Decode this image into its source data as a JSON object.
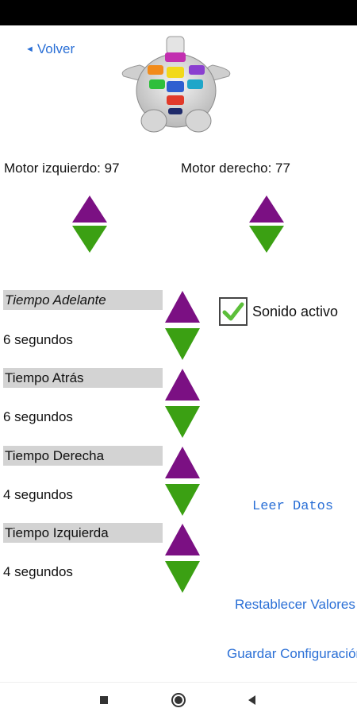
{
  "nav": {
    "back_label": "Volver"
  },
  "motors": {
    "left_label": "Motor izquierdo: 97",
    "right_label": "Motor derecho: 77"
  },
  "times": [
    {
      "label": "Tiempo Adelante",
      "value": "6  segundos"
    },
    {
      "label": "Tiempo Atrás",
      "value": "6  segundos"
    },
    {
      "label": "Tiempo Derecha",
      "value": "4  segundos"
    },
    {
      "label": "Tiempo Izquierda",
      "value": "4  segundos"
    }
  ],
  "sound": {
    "label": "Sonido activo",
    "checked": true
  },
  "actions": {
    "read_data": "Leer Datos",
    "reset_values": "Restablecer Valores",
    "save_config": "Guardar Configuración"
  },
  "colors": {
    "up_arrow": "#7b1083",
    "down_arrow": "#3ba013",
    "link": "#2a6fd6",
    "header_bg": "#d3d3d3"
  },
  "icons": {
    "up": "triangle-up-icon",
    "down": "triangle-down-icon",
    "check": "checkmark-icon",
    "nav_square": "square-icon",
    "nav_circle": "circle-icon",
    "nav_back": "back-triangle-icon"
  }
}
